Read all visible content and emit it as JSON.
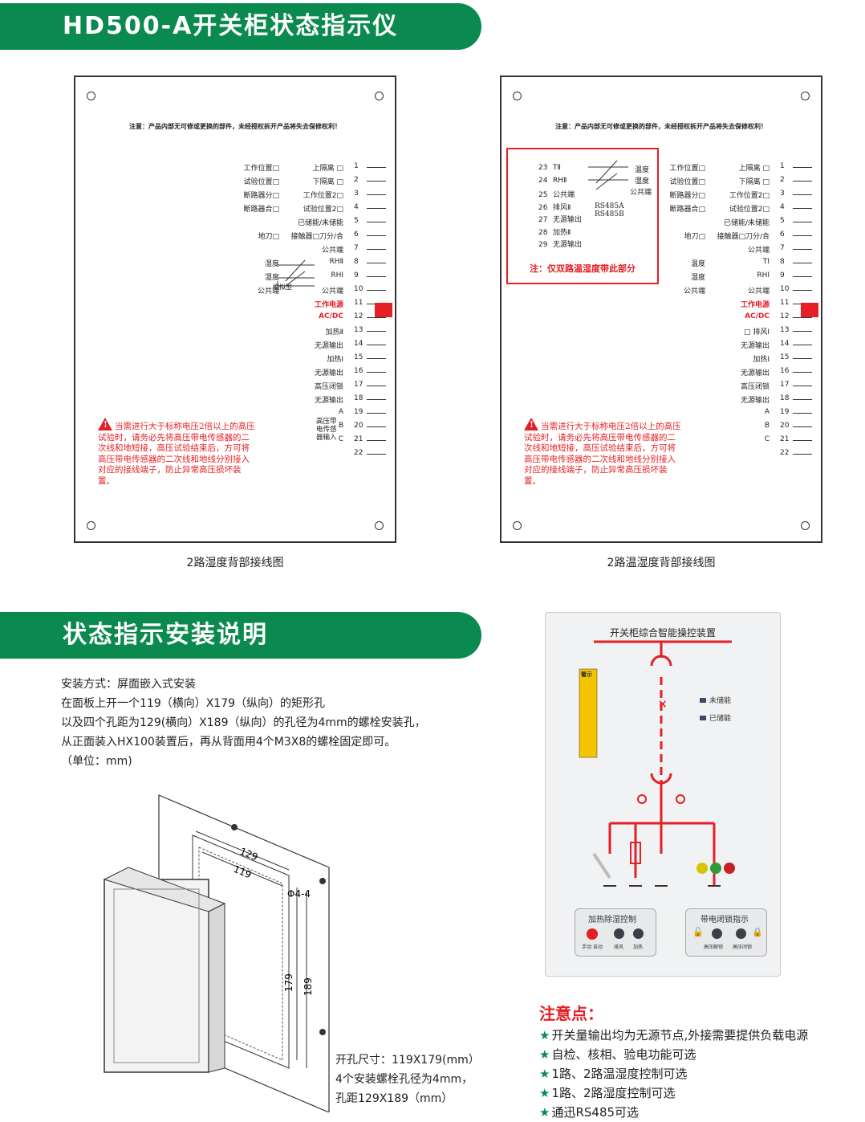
{
  "banner1": {
    "title": "HD500-A开关柜状态指示仪"
  },
  "banner2": {
    "title": "状态指示安装说明"
  },
  "panel_notice": "注意：产品内部无可修或更换的部件，未经授权拆开产品将失去保修权利！",
  "left_panel": {
    "caption": "2路湿度背部接线图",
    "terminals": [
      {
        "a": "工作位置□",
        "b": "上隔离 □",
        "n": "1"
      },
      {
        "a": "试验位置□",
        "b": "下隔离 □",
        "n": "2"
      },
      {
        "a": "断路器分□",
        "b": "工作位置2□",
        "n": "3"
      },
      {
        "a": "断路器合□",
        "b": "试验位置2□",
        "n": "4"
      },
      {
        "a": "",
        "b": "已储能/未储能",
        "n": "5"
      },
      {
        "a": "地刀□",
        "b": "接触器□刀分/合",
        "n": "6"
      },
      {
        "a": "",
        "b": "公共端",
        "n": "7"
      },
      {
        "a": "湿度",
        "b": "RHⅡ",
        "n": "8"
      },
      {
        "a": "湿度",
        "b": "RHⅠ",
        "n": "9"
      },
      {
        "a": "公共端",
        "b": "公共端",
        "n": "10"
      },
      {
        "a": "",
        "b": "工作电源",
        "n": "11",
        "red": true
      },
      {
        "a": "",
        "b": "AC/DC",
        "n": "12",
        "red": true
      },
      {
        "a": "",
        "b": "加热Ⅱ",
        "n": "13"
      },
      {
        "a": "",
        "b": "无源输出",
        "n": "14"
      },
      {
        "a": "",
        "b": "加热Ⅰ",
        "n": "15"
      },
      {
        "a": "",
        "b": "无源输出",
        "n": "16"
      },
      {
        "a": "",
        "b": "高压闭锁",
        "n": "17"
      },
      {
        "a": "",
        "b": "无源输出",
        "n": "18"
      },
      {
        "a": "",
        "b": "A",
        "n": "19"
      },
      {
        "a": "",
        "b": "B",
        "n": "20"
      },
      {
        "a": "",
        "b": "C",
        "n": "21"
      },
      {
        "a": "",
        "b": "",
        "n": "22"
      }
    ],
    "sensor_label": "模拟型",
    "hv_label": "高压带电传感器输入"
  },
  "right_panel": {
    "caption": "2路温湿度背部接线图",
    "terminals": [
      {
        "a": "工作位置□",
        "b": "上隔离 □",
        "n": "1"
      },
      {
        "a": "试验位置□",
        "b": "下隔离 □",
        "n": "2"
      },
      {
        "a": "断路器分□",
        "b": "工作位置2□",
        "n": "3"
      },
      {
        "a": "断路器合□",
        "b": "试验位置2□",
        "n": "4"
      },
      {
        "a": "",
        "b": "已储能/未储能",
        "n": "5"
      },
      {
        "a": "地刀□",
        "b": "接触器□刀分/合",
        "n": "6"
      },
      {
        "a": "",
        "b": "公共端",
        "n": "7"
      },
      {
        "a": "温度",
        "b": "TⅠ",
        "n": "8"
      },
      {
        "a": "湿度",
        "b": "RHⅠ",
        "n": "9"
      },
      {
        "a": "公共端",
        "b": "公共端",
        "n": "10"
      },
      {
        "a": "",
        "b": "工作电源",
        "n": "11",
        "red": true
      },
      {
        "a": "",
        "b": "AC/DC",
        "n": "12",
        "red": true
      },
      {
        "a": "",
        "b": "□ 排风Ⅰ",
        "n": "13"
      },
      {
        "a": "",
        "b": "无源输出",
        "n": "14"
      },
      {
        "a": "",
        "b": "加热Ⅰ",
        "n": "15"
      },
      {
        "a": "",
        "b": "无源输出",
        "n": "16"
      },
      {
        "a": "",
        "b": "高压闭锁",
        "n": "17"
      },
      {
        "a": "",
        "b": "无源输出",
        "n": "18"
      },
      {
        "a": "",
        "b": "A",
        "n": "19"
      },
      {
        "a": "",
        "b": "B",
        "n": "20"
      },
      {
        "a": "",
        "b": "C",
        "n": "21"
      },
      {
        "a": "",
        "b": "",
        "n": "22"
      }
    ],
    "extra_rows": [
      {
        "n": "23",
        "t": "TⅡ"
      },
      {
        "n": "24",
        "t": "RHⅡ"
      },
      {
        "n": "25",
        "t": "公共端"
      },
      {
        "n": "26",
        "t": "排风Ⅱ"
      },
      {
        "n": "27",
        "t": "无源输出"
      },
      {
        "n": "28",
        "t": "加热Ⅱ"
      },
      {
        "n": "29",
        "t": "无源输出"
      }
    ],
    "extra_right": [
      "温度",
      "湿度",
      "公共端"
    ],
    "rs485": [
      "RS485A",
      "RS485B"
    ],
    "box_note": "注：仅双路温湿度带此部分"
  },
  "warning_text": "当需进行大于标称电压2倍以上的高压试验时，请务必先将高压带电传感器的二次线和地短接，高压试验结束后，方可将高压带电传感器的二次线和地线分别接入对应的接线端子，防止异常高压损坏装置。",
  "install": {
    "lines": [
      "安装方式：屏面嵌入式安装",
      "在面板上开一个119（横向）X179（纵向）的矩形孔",
      "以及四个孔距为129(横向）X189（纵向）的孔径为4mm的螺栓安装孔，",
      "从正面装入HX100装置后，再从背面用4个M3X8的螺栓固定即可。",
      "（单位：mm)"
    ],
    "dims": {
      "w_outer": "129",
      "w_inner": "119",
      "h_inner": "179",
      "h_outer": "189",
      "hole": "Φ4-4"
    },
    "cut_lines": [
      "开孔尺寸：119X179(mm）",
      "4个安装螺栓孔径为4mm，",
      "孔距129X189（mm）"
    ]
  },
  "device": {
    "title": "开关柜综合智能操控装置",
    "legend": [
      "未储能",
      "已储能"
    ],
    "sub1_title": "加热除湿控制",
    "sub1_labels": [
      "手动",
      "自动",
      "排风",
      "加热"
    ],
    "sub2_title": "带电闭锁指示",
    "sub2_labels": [
      "高压解锁",
      "高压闭锁"
    ],
    "warning_title": "警示"
  },
  "notes": {
    "title": "注意点：",
    "items": [
      "开关量输出均为无源节点,外接需要提供负载电源",
      "自检、核相、验电功能可选",
      "1路、2路温湿度控制可选",
      "1路、2路湿度控制可选",
      "通迅RS485可选"
    ]
  },
  "colors": {
    "brand_green": "#0a8a4f",
    "warning_red": "#e41f25"
  }
}
